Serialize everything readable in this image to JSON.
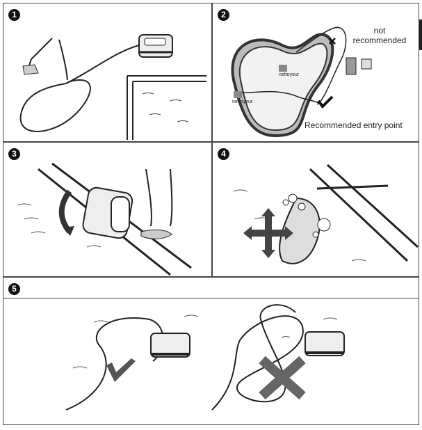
{
  "steps": [
    "1",
    "2",
    "3",
    "4",
    "5"
  ],
  "panel2": {
    "not_recommended": "not\nrecommended",
    "recommended_entry": "Recommended entry point",
    "cleaner_label_1": "nettoyeur",
    "cleaner_label_2": "nettoyeur"
  }
}
